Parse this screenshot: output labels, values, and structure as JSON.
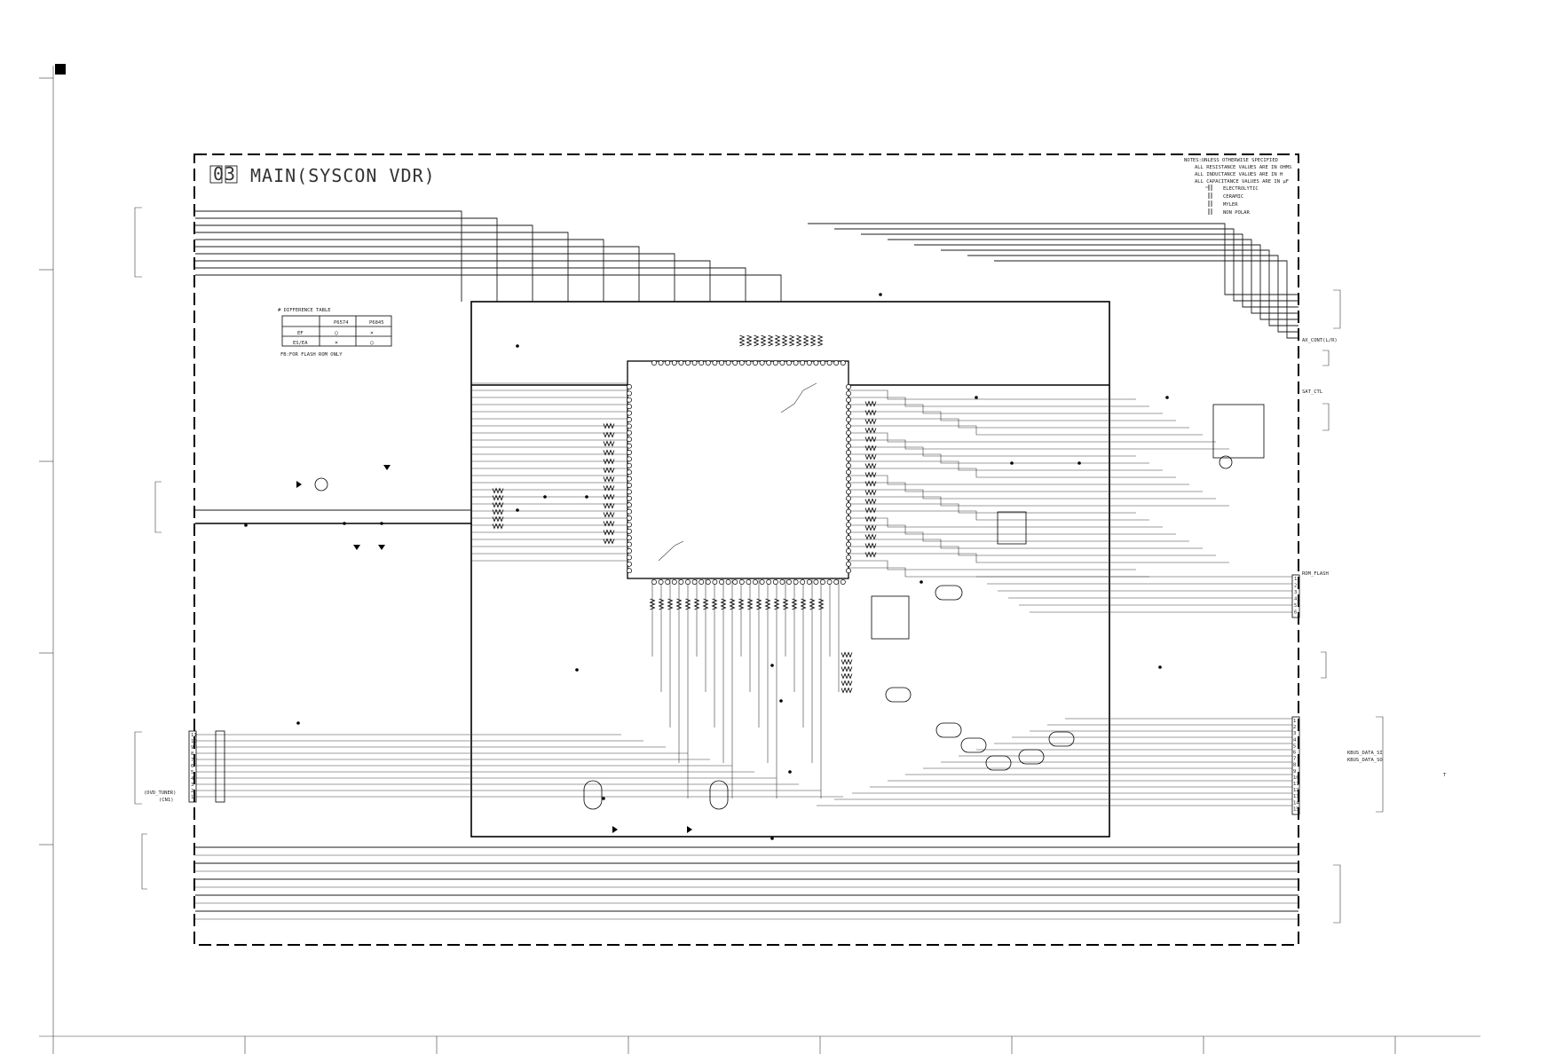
{
  "schematic": {
    "title_num": "03",
    "title": "MAIN(SYSCON VDR)",
    "notes": [
      "NOTES:UNLESS OTHERWISE SPECIFIED",
      "ALL RESISTANCE VALUES ARE IN OHMS",
      "ALL INDUCTANCE VALUES ARE IN H",
      "ALL CAPACITANCE VALUES ARE IN μF"
    ],
    "legend": [
      "ELECTROLYTIC",
      "CERAMIC",
      "MYLER",
      "NON POLAR"
    ],
    "difference_table": {
      "title": "# DIFFERENCE TABLE",
      "headers": [
        "",
        "P6574",
        "P6845"
      ],
      "rows": [
        [
          "EF",
          "○",
          "×"
        ],
        [
          "ES/EA",
          "×",
          "○"
        ]
      ],
      "footnote": "FB:FOR FLASH ROM ONLY"
    },
    "right_labels": {
      "ax_cont": "AX_CONT(L/R)",
      "sat_ctl": "SAT_CTL",
      "rom_flash": "ROM_FLASH",
      "kbus_data1": "KBUS_DATA_SI",
      "kbus_data2": "KBUS_DATA_SO"
    },
    "left_labels": {
      "dvd_tuner": "(DVD_TUNER)",
      "connector": "(CN1)"
    },
    "connector_left_pins": [
      "11",
      "10",
      "9",
      "8",
      "7",
      "6",
      "5",
      "4",
      "3",
      "2",
      "1"
    ],
    "connector_right_pins_a": [
      "1",
      "2",
      "3",
      "4",
      "5",
      "6"
    ],
    "connector_right_pins_b": [
      "1",
      "2",
      "3",
      "4",
      "5",
      "6",
      "7",
      "8",
      "9",
      "10",
      "11",
      "12",
      "13",
      "14",
      "15"
    ],
    "misc_label": "T"
  },
  "colors": {
    "ink": "#1a1a1a",
    "paper": "#ffffff"
  }
}
